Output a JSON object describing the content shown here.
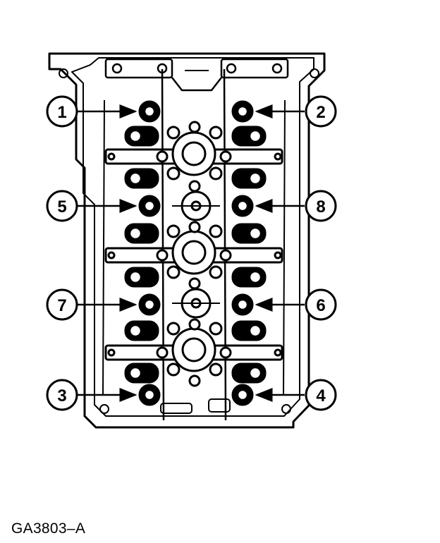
{
  "figure": {
    "id_label": "GA3803–A",
    "subject": "cylinder-head-bolt-tightening-sequence",
    "ink_color": "#000000",
    "paper_color": "#ffffff"
  },
  "callouts": [
    {
      "key": "1",
      "label": "1"
    },
    {
      "key": "2",
      "label": "2"
    },
    {
      "key": "5",
      "label": "5"
    },
    {
      "key": "8",
      "label": "8"
    },
    {
      "key": "7",
      "label": "7"
    },
    {
      "key": "6",
      "label": "6"
    },
    {
      "key": "3",
      "label": "3"
    },
    {
      "key": "4",
      "label": "4"
    }
  ]
}
